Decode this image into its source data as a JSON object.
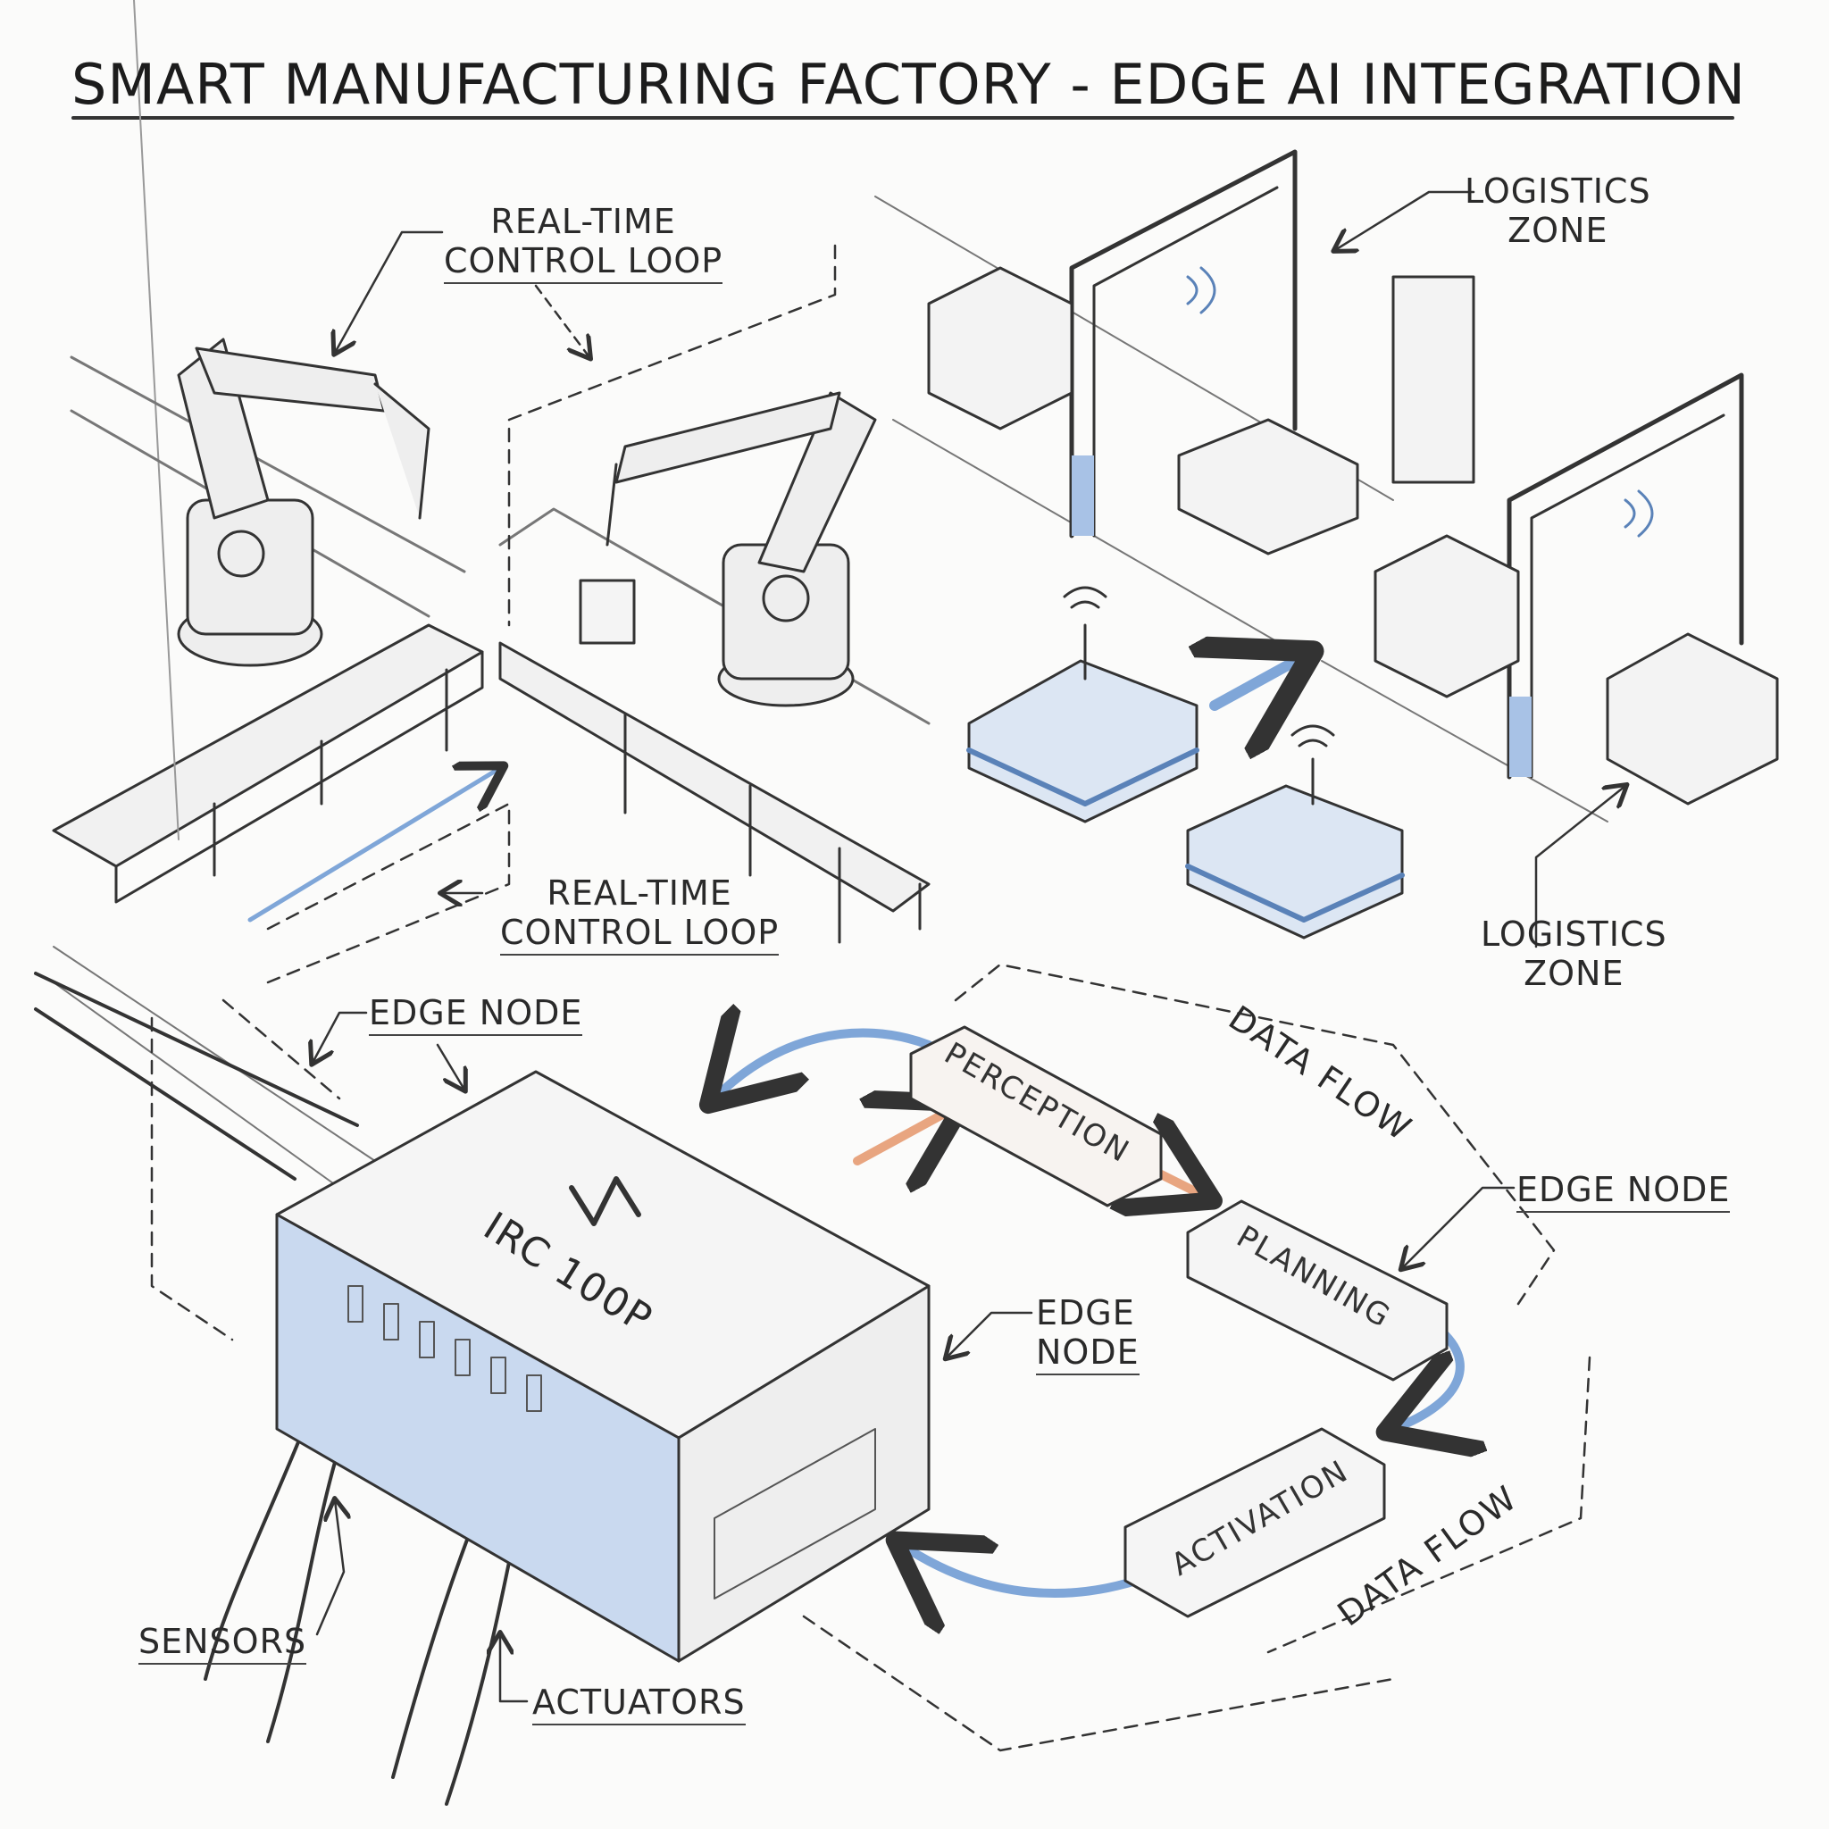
{
  "title": "SMART MANUFACTURING FACTORY - EDGE AI INTEGRATION",
  "labels": {
    "control_loop_top": [
      "REAL-TIME",
      "CONTROL LOOP"
    ],
    "control_loop_mid": [
      "REAL-TIME",
      "CONTROL LOOP"
    ],
    "logistics_top": [
      "LOGISTICS",
      "ZONE"
    ],
    "logistics_bottom": [
      "LOGISTICS",
      "ZONE"
    ],
    "edge_node_left": "EDGE NODE",
    "edge_node_right": "EDGE NODE",
    "edge_node_center": [
      "EDGE",
      "NODE"
    ],
    "data_flow_top": "DATA FLOW",
    "data_flow_bottom": "DATA FLOW",
    "sensors": "SENSORS",
    "actuators": "ACTUATORS"
  },
  "modules": {
    "perception": "PERCEPTION",
    "planning": "PLANNING",
    "activation": "ACTIVATION"
  },
  "device": {
    "model": "IRC 100P"
  },
  "colors": {
    "accent_blue": "#7fa6d8",
    "accent_orange": "#e8a580",
    "ink": "#2a2a2a"
  }
}
